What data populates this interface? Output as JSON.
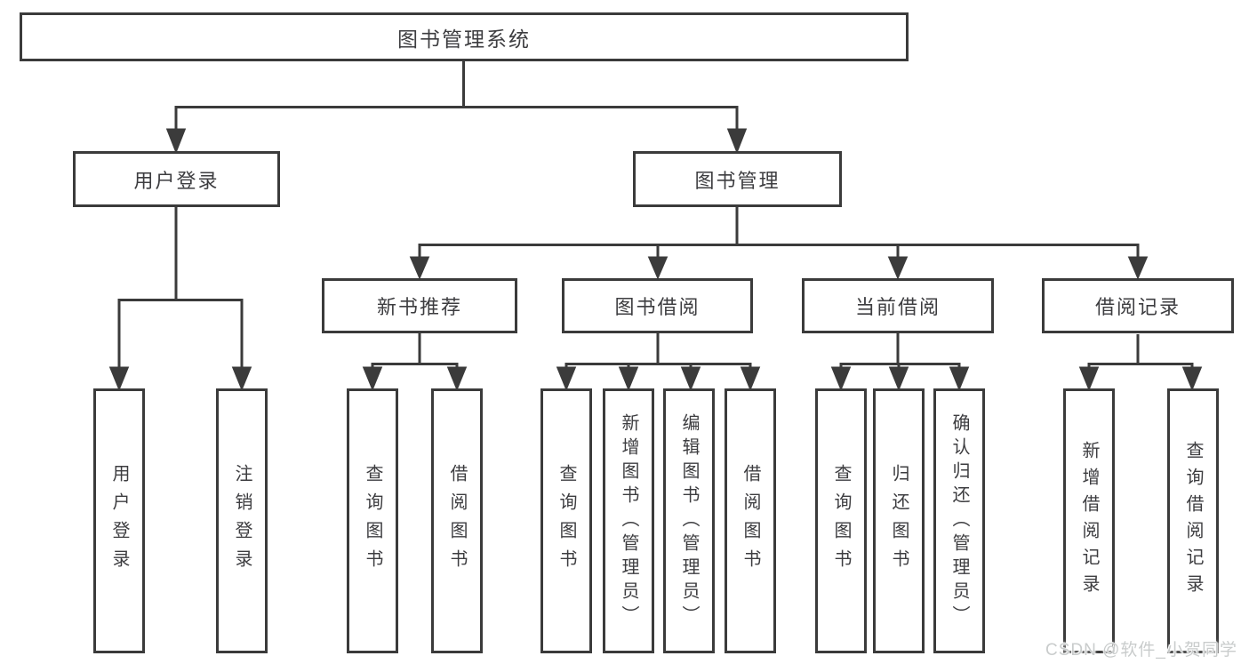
{
  "diagram": {
    "title": "图书管理系统",
    "tree": {
      "root": {
        "label": "图书管理系统"
      },
      "branches": [
        {
          "label": "用户登录",
          "children": [
            {
              "label": "用户登录"
            },
            {
              "label": "注销登录"
            }
          ]
        },
        {
          "label": "图书管理",
          "children": [
            {
              "label": "新书推荐",
              "children": [
                {
                  "label": "查询图书"
                },
                {
                  "label": "借阅图书"
                }
              ]
            },
            {
              "label": "图书借阅",
              "children": [
                {
                  "label": "查询图书"
                },
                {
                  "label": "新增图书（管理员）"
                },
                {
                  "label": "编辑图书（管理员）"
                },
                {
                  "label": "借阅图书"
                }
              ]
            },
            {
              "label": "当前借阅",
              "children": [
                {
                  "label": "查询图书"
                },
                {
                  "label": "归还图书"
                },
                {
                  "label": "确认归还（管理员）"
                }
              ]
            },
            {
              "label": "借阅记录",
              "children": [
                {
                  "label": "新增借阅记录"
                },
                {
                  "label": "查询借阅记录"
                }
              ]
            }
          ]
        }
      ]
    },
    "watermark": {
      "text": "CSDN @软件_小贺同学"
    },
    "colors": {
      "background": "#ffffff",
      "line": "#3b3b3b",
      "node_border": "#3b3b3b",
      "node_fill": "#ffffff",
      "text": "#3d3d40",
      "watermark_text": "#c9cccc"
    }
  }
}
